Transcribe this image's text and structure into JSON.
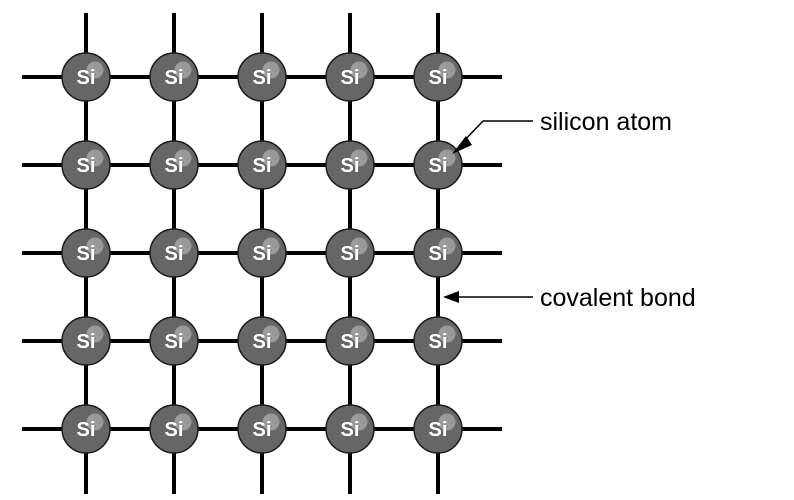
{
  "lattice": {
    "rows": 5,
    "cols": 5,
    "atom_label": "Si",
    "atom_fill": "#666666",
    "highlight_fill": "#9a9a9a",
    "bond_color": "#000000"
  },
  "annotations": {
    "atom": {
      "label": "silicon atom",
      "target": {
        "row": 1,
        "col": 4
      }
    },
    "bond": {
      "label": "covalent bond",
      "target": {
        "between_row": 2,
        "and_row": 3,
        "col": 4
      }
    }
  }
}
